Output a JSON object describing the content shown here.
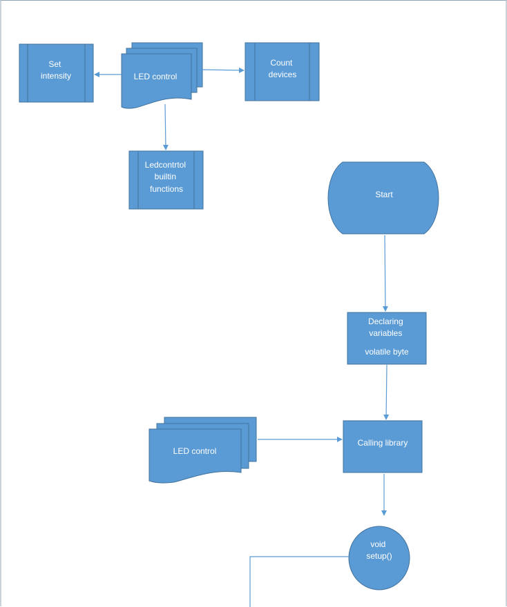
{
  "diagram": {
    "set_intensity": [
      "Set",
      "intensity"
    ],
    "led_control_top": "LED control",
    "count_devices": [
      "Count",
      "devices"
    ],
    "ledcontrol_builtin": [
      "Ledcontrtol",
      "builtin",
      "functions"
    ],
    "start": "Start",
    "declaring_variables": [
      "Declaring",
      "variables",
      "volatile byte"
    ],
    "led_control_bottom": "LED control",
    "calling_library": "Calling library",
    "void_setup": [
      "void",
      "setup()"
    ]
  },
  "colors": {
    "shape_fill": "#5b9bd5",
    "shape_stroke": "#41719c",
    "connector": "#5b9bd5",
    "text": "#ffffff"
  }
}
